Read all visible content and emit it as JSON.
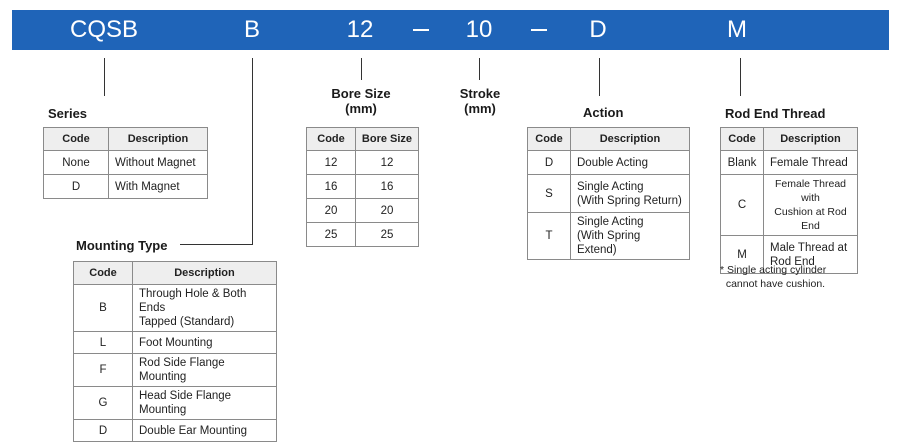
{
  "model_code": {
    "series": "CQSB",
    "mounting": "B",
    "bore": "12",
    "stroke": "10",
    "action": "D",
    "rod_end": "M"
  },
  "series": {
    "title": "Series",
    "headers": [
      "Code",
      "Description"
    ],
    "rows": [
      {
        "code": "None",
        "desc": "Without Magnet"
      },
      {
        "code": "D",
        "desc": "With Magnet"
      }
    ]
  },
  "mounting": {
    "title": "Mounting Type",
    "headers": [
      "Code",
      "Description"
    ],
    "rows": [
      {
        "code": "B",
        "desc1": "Through Hole & Both Ends",
        "desc2": "Tapped (Standard)"
      },
      {
        "code": "L",
        "desc1": "Foot Mounting",
        "desc2": ""
      },
      {
        "code": "F",
        "desc1": "Rod Side Flange Mounting",
        "desc2": ""
      },
      {
        "code": "G",
        "desc1": "Head Side Flange Mounting",
        "desc2": ""
      },
      {
        "code": "D",
        "desc1": "Double Ear Mounting",
        "desc2": ""
      }
    ]
  },
  "bore": {
    "title_line1": "Bore Size",
    "title_line2": "(mm)",
    "headers": [
      "Code",
      "Bore Size"
    ],
    "rows": [
      {
        "code": "12",
        "size": "12"
      },
      {
        "code": "16",
        "size": "16"
      },
      {
        "code": "20",
        "size": "20"
      },
      {
        "code": "25",
        "size": "25"
      }
    ]
  },
  "stroke": {
    "title_line1": "Stroke",
    "title_line2": "(mm)"
  },
  "action": {
    "title": "Action",
    "headers": [
      "Code",
      "Description"
    ],
    "rows": [
      {
        "code": "D",
        "desc1": "Double Acting",
        "desc2": ""
      },
      {
        "code": "S",
        "desc1": "Single Acting",
        "desc2": "(With Spring Return)"
      },
      {
        "code": "T",
        "desc1": "Single Acting",
        "desc2": "(With Spring Extend)"
      }
    ]
  },
  "rod_end": {
    "title": "Rod End Thread",
    "headers": [
      "Code",
      "Description"
    ],
    "rows": [
      {
        "code": "Blank",
        "desc1": "Female Thread",
        "desc2": ""
      },
      {
        "code": "C",
        "desc1": "Female Thread with",
        "desc2": "Cushion at Rod End"
      },
      {
        "code": "M",
        "desc1": "Male Thread at",
        "desc2": "Rod End"
      }
    ],
    "note_line1": "* Single acting cylinder",
    "note_line2": "  cannot have cushion."
  },
  "colors": {
    "banner": "#1f64b8",
    "header_bg": "#eeeeee"
  }
}
